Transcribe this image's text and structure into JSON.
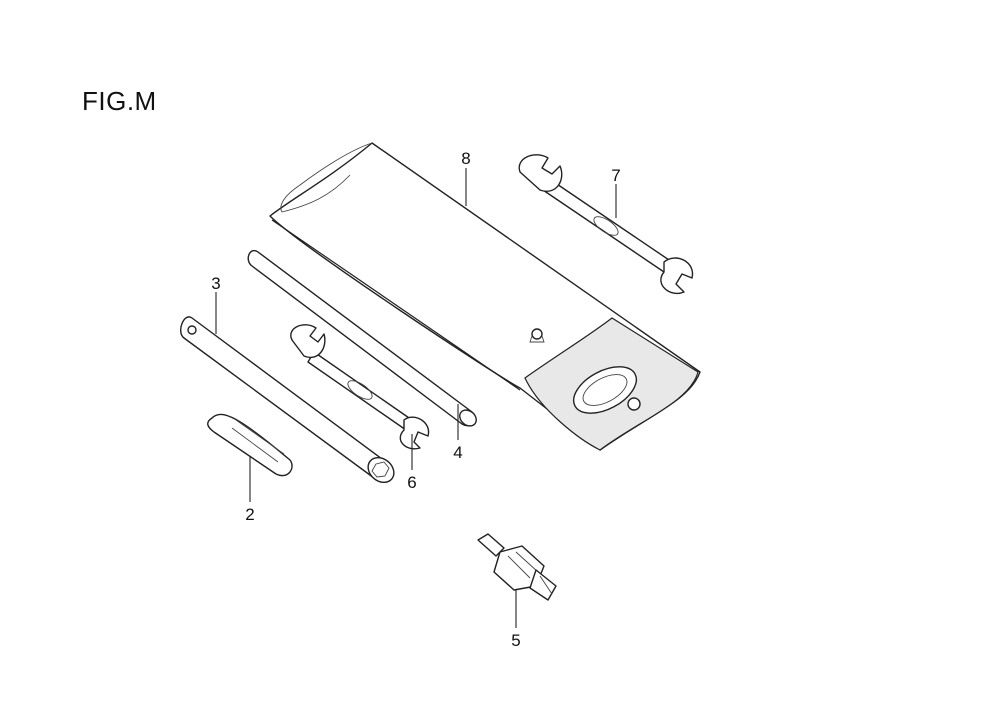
{
  "figure": {
    "title": "FIG.M"
  },
  "callouts": {
    "p2": "2",
    "p3": "3",
    "p4": "4",
    "p5": "5",
    "p6": "6",
    "p7": "7",
    "p8": "8"
  },
  "colors": {
    "line": "#222222",
    "background": "#ffffff"
  }
}
